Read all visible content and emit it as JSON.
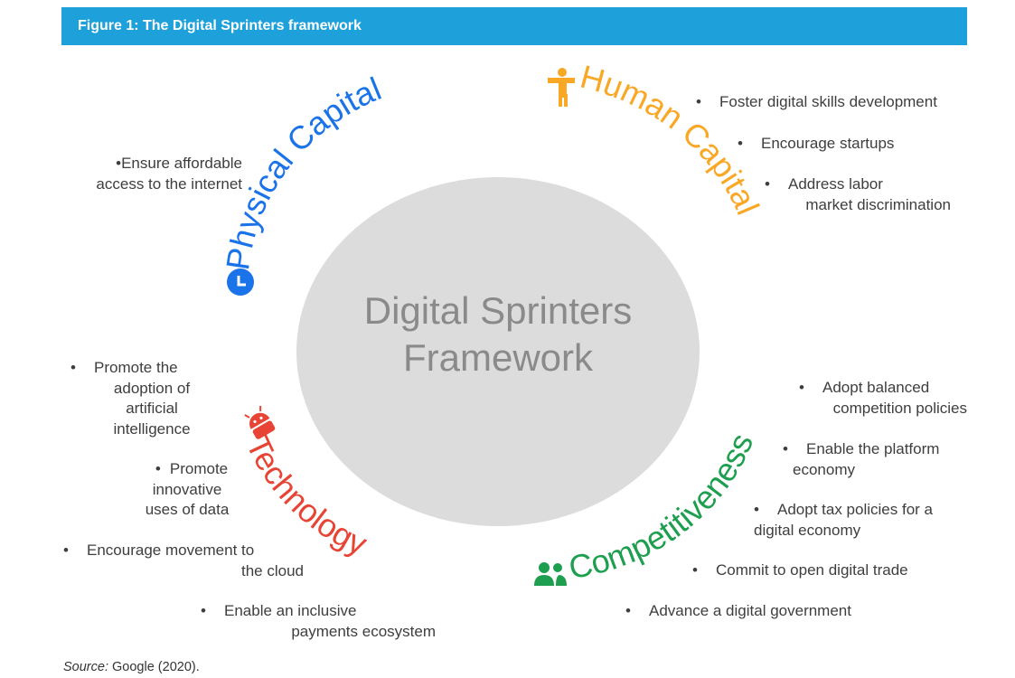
{
  "header": {
    "title": "Figure 1: The Digital Sprinters framework"
  },
  "center": {
    "line1": "Digital Sprinters",
    "line2": "Framework"
  },
  "pillars": {
    "physical": {
      "label": "Physical Capital",
      "color": "#1a73e8",
      "icon": "clock-icon"
    },
    "human": {
      "label": "Human Capital",
      "color": "#f9a825",
      "icon": "person-icon"
    },
    "technology": {
      "label": "Technology",
      "color": "#e84435",
      "icon": "android-robot-icon"
    },
    "competitiveness": {
      "label": "Competitiveness",
      "color": "#1e9e4f",
      "icon": "people-icon"
    }
  },
  "bullets": {
    "physical": [
      {
        "lines": [
          "Ensure affordable",
          "access to the internet"
        ]
      }
    ],
    "human": [
      {
        "lines": [
          "Foster digital skills development"
        ]
      },
      {
        "lines": [
          "Encourage startups"
        ]
      },
      {
        "lines": [
          "Address labor",
          "market discrimination"
        ]
      }
    ],
    "technology": [
      {
        "lines": [
          "Promote the",
          "adoption of",
          "artificial",
          "intelligence"
        ]
      },
      {
        "lines": [
          "Promote",
          "innovative",
          "uses of data"
        ]
      },
      {
        "lines": [
          "Encourage movement to",
          "the cloud"
        ]
      },
      {
        "lines": [
          "Enable an inclusive",
          "payments ecosystem"
        ]
      }
    ],
    "competitiveness": [
      {
        "lines": [
          "Adopt balanced",
          "competition policies"
        ]
      },
      {
        "lines": [
          "Enable the platform",
          "economy"
        ]
      },
      {
        "lines": [
          "Adopt tax policies for a",
          "digital economy"
        ]
      },
      {
        "lines": [
          "Commit to open digital trade"
        ]
      },
      {
        "lines": [
          "Advance a digital government"
        ]
      }
    ]
  },
  "source": {
    "label": "Source:",
    "text": " Google (2020)."
  }
}
